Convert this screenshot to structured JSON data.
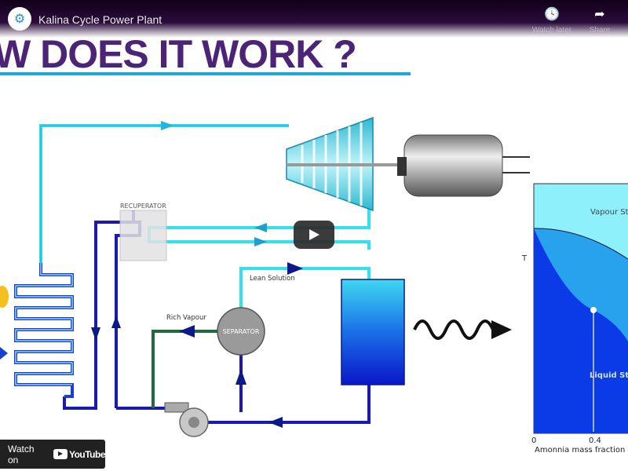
{
  "player": {
    "video_title": "Kalina Cycle Power Plant",
    "watch_later_label": "Watch later",
    "share_label": "Share",
    "watch_on_label": "Watch on",
    "youtube_label": "YouTube"
  },
  "slide": {
    "title": "W DOES IT WORK ?",
    "labels": {
      "recuperator": "RECUPERATOR",
      "lean_solution": "Lean Solution",
      "rich_vapour": "Rich Vapour",
      "separator": "SEPARATOR"
    },
    "phase_chart": {
      "y_label": "T",
      "x_label": "Amonnia mass fraction",
      "x_ticks": [
        "0",
        "0.4"
      ],
      "region_vapour": "Vapour St",
      "region_liquid": "Liquid Sta"
    }
  },
  "colors": {
    "title": "#4b2477",
    "cyan_pipe": "#33e0f0",
    "dark_pipe": "#1a1ab0",
    "green_pipe": "#1f6b3a"
  }
}
